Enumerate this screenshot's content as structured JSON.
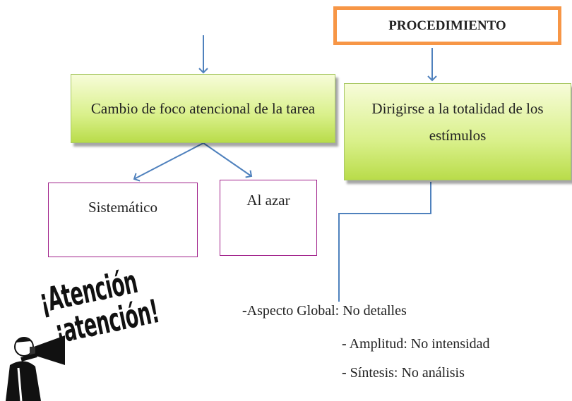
{
  "diagram": {
    "procedimiento_label": "PROCEDIMIENTO",
    "left_box_text": "Cambio de foco atencional de la tarea",
    "right_box_text": "Dirigirse a la totalidad de los estímulos",
    "option_systematic": "Sistemático",
    "option_random": "Al azar",
    "bullets": [
      {
        "dash": "-",
        "text": "Aspecto Global: No detalles"
      },
      {
        "dash": "-",
        "text": " Amplitud: No intensidad"
      },
      {
        "dash": "-",
        "text": " Síntesis: No análisis"
      }
    ]
  },
  "logo": {
    "line1": "¡Atención",
    "line2": "¡atención!"
  },
  "colors": {
    "arrow": "#4f81bd",
    "orange_border": "#f79646",
    "purple_border": "#a0208a",
    "green_fill": "#c9e86a"
  }
}
